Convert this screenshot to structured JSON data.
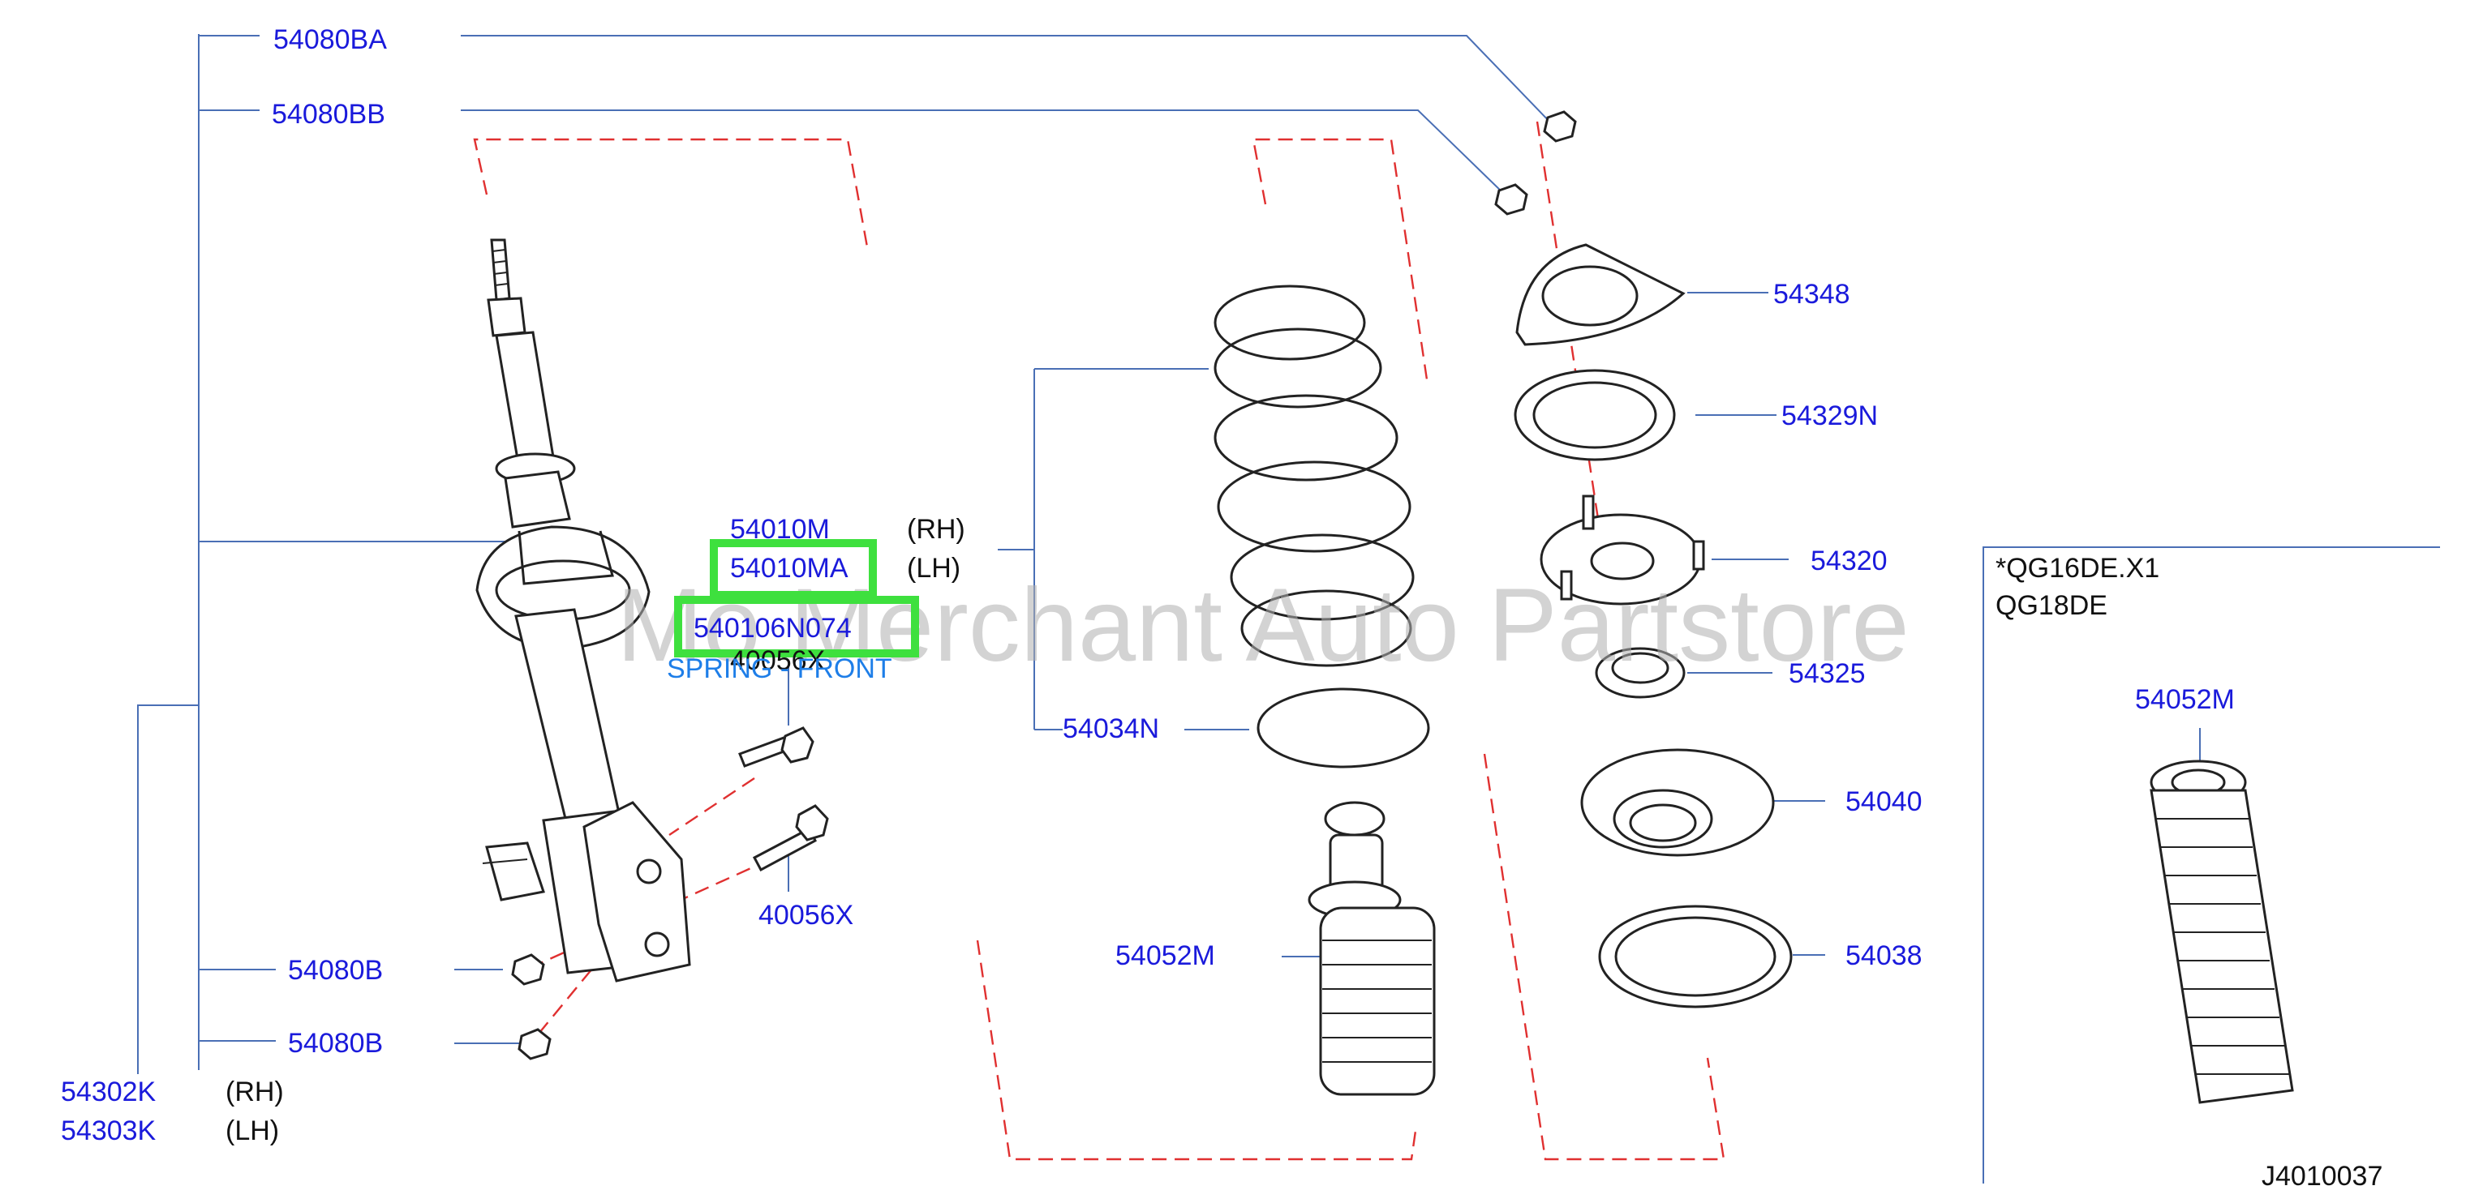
{
  "callouts": {
    "c54080BA": "54080BA",
    "c54080BB": "54080BB",
    "c54348": "54348",
    "c54329N": "54329N",
    "c54320": "54320",
    "c54325": "54325",
    "c54040": "54040",
    "c54038": "54038",
    "c54010M": "54010M",
    "c54010MA": "54010MA",
    "c540106N074": "540106N074",
    "c40056X_a": "40056X",
    "c40056X_b": "40056X",
    "c54034N": "54034N",
    "c54052M_main": "54052M",
    "c54052M_inset": "54052M",
    "c54080B_a": "54080B",
    "c54080B_b": "54080B",
    "c54302K": "54302K",
    "c54303K": "54303K"
  },
  "qualifiers": {
    "rh_a": "(RH)",
    "lh_a": "(LH)",
    "rh_b": "(RH)",
    "lh_b": "(LH)"
  },
  "caption": "SPRING - FRONT",
  "inset": {
    "line1": "*QG16DE.X1",
    "line2": "QG18DE"
  },
  "diagram_code": "J4010037",
  "watermark": "Mo Merchant Auto Partstore",
  "colors": {
    "label": "#1a1adb",
    "highlight": "#3ee03e",
    "leader": "#4a6fb5",
    "dashed_guide": "#e03030"
  }
}
